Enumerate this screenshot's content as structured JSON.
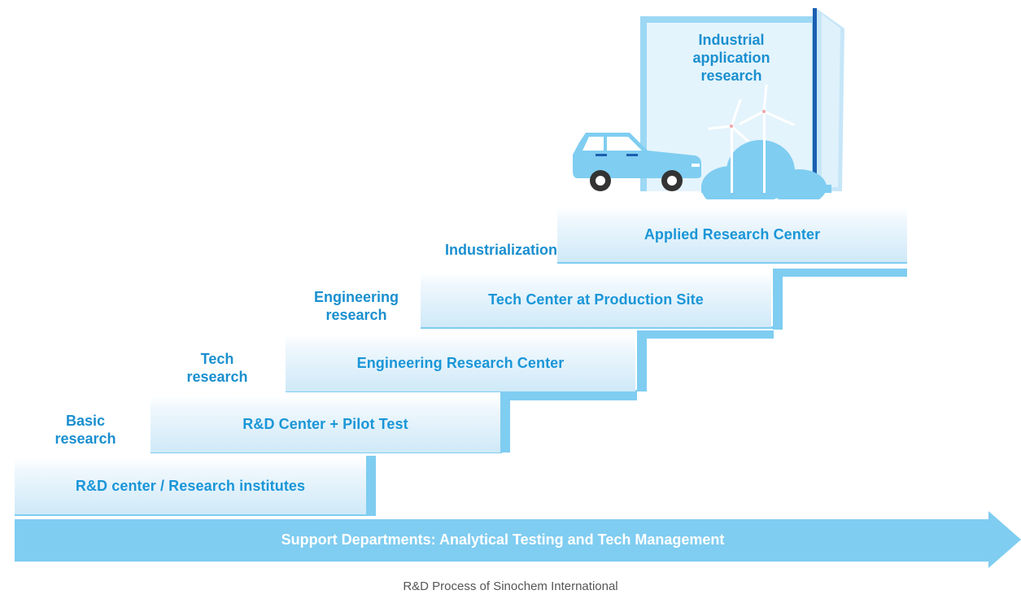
{
  "steps": {
    "step1": "R&D center / Research institutes",
    "step2": "R&D Center + Pilot Test",
    "step3": "Engineering Research Center",
    "step4": "Tech Center at Production Site",
    "step5": "Applied Research Center"
  },
  "labels": {
    "basic": "Basic research",
    "tech": "Tech research",
    "engineering": "Engineering research",
    "industrialization": "Industrialization"
  },
  "top_panel": {
    "title": "Industrial application research"
  },
  "support": {
    "text": "Support Departments: Analytical Testing and Tech Management"
  },
  "caption": "R&D Process of Sinochem International",
  "colors": {
    "accent_text": "#1a96d7",
    "light_blue": "#7fcdf1",
    "panel_blue": "#9cd8f4",
    "dark_blue": "#1b5fb0"
  },
  "icons": {
    "car": "car-icon",
    "wind_turbine": "wind-turbine-icon",
    "cloud": "cloud-icon",
    "book": "book-icon"
  }
}
